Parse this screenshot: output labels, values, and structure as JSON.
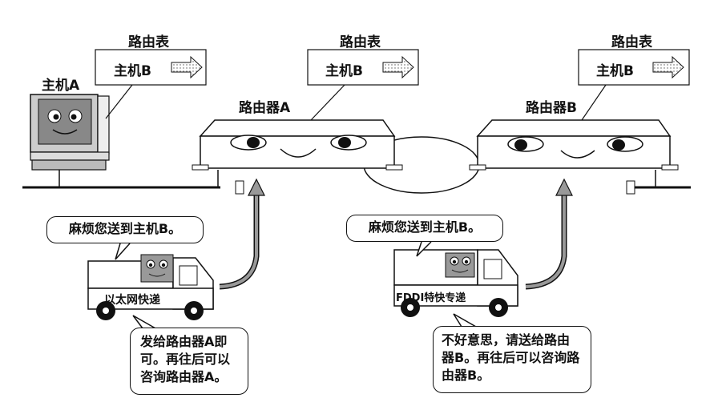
{
  "routing_table_title": "路由表",
  "routing_entry_host": "主机B",
  "host_a_label": "主机A",
  "router_a_label": "路由器A",
  "router_b_label": "路由器B",
  "request_text": "麻烦您送到主机B。",
  "truck_left_label": "以太网快递",
  "truck_right_label": "FDDI特快专递",
  "reply_left": [
    "发给路由器A即",
    "可。再往后可以",
    "咨询路由器A。"
  ],
  "reply_right": [
    "不好意思，请送给路由",
    "器B。再往后可以咨询路",
    "由器B。"
  ]
}
